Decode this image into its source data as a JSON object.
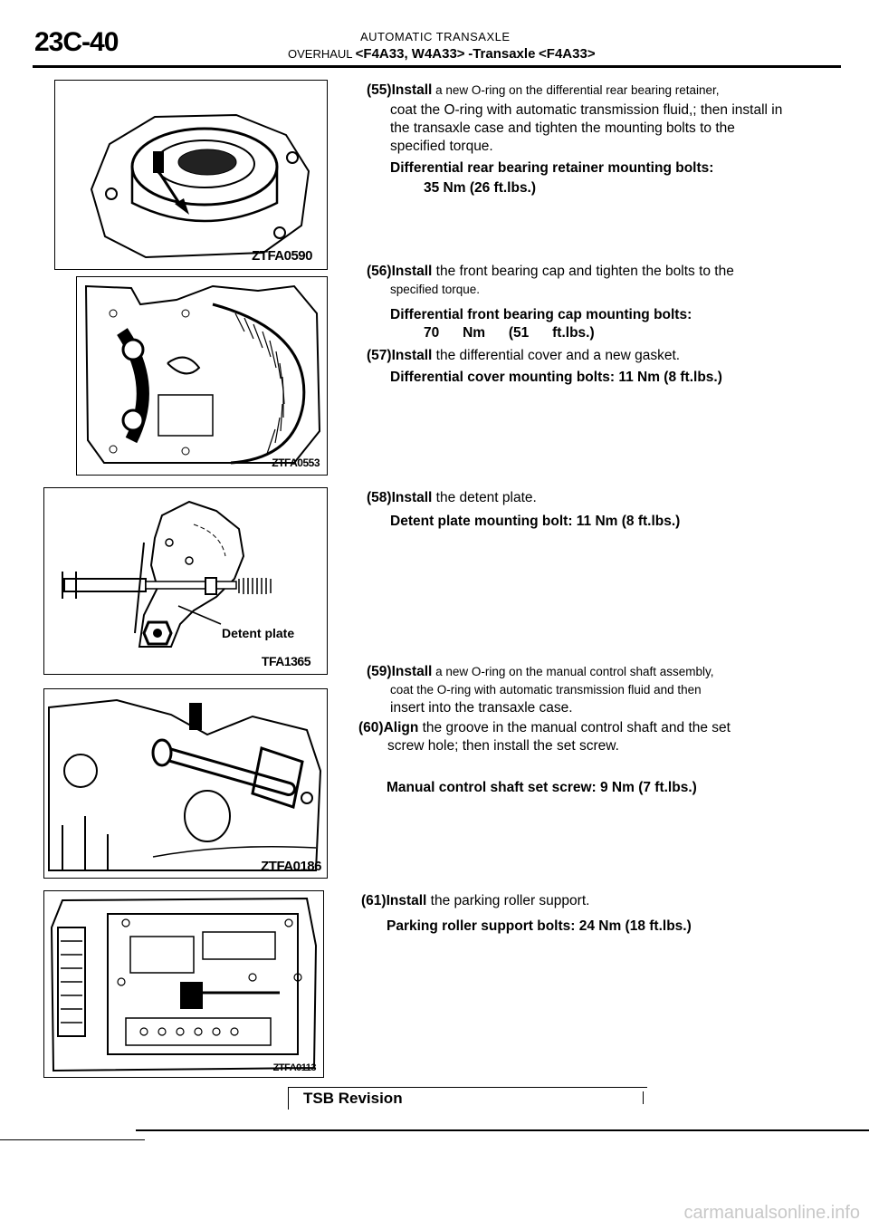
{
  "header": {
    "page_code": "23C-40",
    "section": "AUTOMATIC TRANSAXLE",
    "subtitle_prefix": "OVERHAUL",
    "models": "<F4A33, W4A33>",
    "subtitle_bold": "-Transaxle",
    "model_tag": "<F4A33>"
  },
  "figures": [
    {
      "code": "ZTFA0590"
    },
    {
      "code": "ZTFA0553"
    },
    {
      "code": "TFA1365",
      "label": "Detent plate"
    },
    {
      "code": "ZTFA0186"
    },
    {
      "code": "ZTFA0113"
    }
  ],
  "steps": [
    {
      "num": "(55)Install",
      "lead": " a new O-ring on the differential rear bearing retainer,",
      "text": "coat the O-ring with automatic transmission fluid,; then install in the transaxle case and tighten the mounting bolts to the specified torque.",
      "spec1": "Differential rear bearing retainer mounting bolts:",
      "spec2": "35 Nm (26 ft.lbs.)"
    },
    {
      "num": "(56)Install",
      "lead": " the front bearing cap and tighten the bolts to the",
      "text": "specified torque.",
      "spec1": "Differential front bearing cap mounting bolts:",
      "spec2": "70      Nm      (51      ft.lbs.)"
    },
    {
      "num": "(57)Install",
      "lead": " the differential cover and a new gasket.",
      "spec1": "Differential cover mounting bolts: 11 Nm (8 ft.lbs.)"
    },
    {
      "num": "(58)Install",
      "lead": " the detent plate.",
      "spec1": "Detent plate mounting bolt: 11 Nm (8 ft.lbs.)"
    },
    {
      "num": "(59)Install",
      "lead": " a new O-ring on the manual control shaft assembly,",
      "text": "coat the O-ring with automatic transmission fluid and then",
      "text2": "insert into the transaxle case."
    },
    {
      "num": "(60)Align",
      "lead": " the groove in the manual control shaft and the set",
      "text": "screw hole; then install the set screw.",
      "spec1": "Manual control shaft set screw: 9 Nm (7 ft.lbs.)"
    },
    {
      "num": "(61)Install",
      "lead": " the parking roller support.",
      "spec1": "Parking roller support bolts: 24 Nm (18 ft.lbs.)"
    }
  ],
  "footer": {
    "tsb": "TSB Revision",
    "watermark": "carmanualsonline.info"
  }
}
